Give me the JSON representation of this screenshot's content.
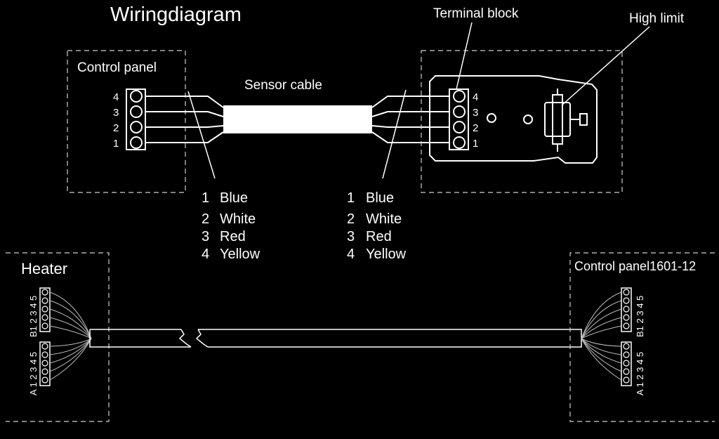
{
  "title": "Wiringdiagram",
  "labels": {
    "terminal_block": "Terminal block",
    "high_limit": "High limit",
    "control_panel": "Control panel",
    "sensor_cable": "Sensor cable",
    "heater": "Heater",
    "control_panel_2": "Control panel1601-12"
  },
  "top_terminals": [
    "4",
    "3",
    "2",
    "1"
  ],
  "legend_left": [
    {
      "num": "1",
      "color": "Blue"
    },
    {
      "num": "2",
      "color": "White"
    },
    {
      "num": "3",
      "color": "Red"
    },
    {
      "num": "4",
      "color": "Yellow"
    }
  ],
  "legend_right": [
    {
      "num": "1",
      "color": "Blue"
    },
    {
      "num": "2",
      "color": "White"
    },
    {
      "num": "3",
      "color": "Red"
    },
    {
      "num": "4",
      "color": "Yellow"
    }
  ],
  "connector_labels": {
    "b": "B1 2 3 4 5",
    "a": "A 1 2 3 4 5"
  },
  "colors": {
    "background": "#000000",
    "line": "#ffffff",
    "dashed_box": "#cfcfcf"
  }
}
